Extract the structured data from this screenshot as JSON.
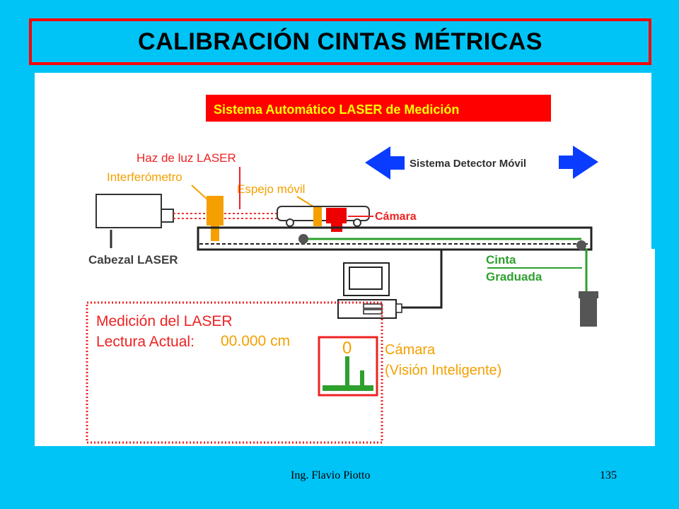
{
  "slide": {
    "title": "CALIBRACIÓN CINTAS MÉTRICAS",
    "footer_author": "Ing.  Flavio Piotto",
    "page_number": "135"
  },
  "diagram": {
    "system_banner": "Sistema Automático LASER de Medición",
    "labels": {
      "laser_beam": "Haz de luz LASER",
      "interferometer": "Interferómetro",
      "moving_mirror": "Espejo móvil",
      "mobile_detector": "Sistema Detector Móvil",
      "camera": "Cámara",
      "laser_head": "Cabezal LASER",
      "tape_line1": "Cinta",
      "tape_line2": "Graduada",
      "measurement_title": "Medición del LASER",
      "current_reading_label": "Lectura Actual:",
      "current_reading_value": "00.000 cm",
      "camera_zero": "0",
      "smart_camera_line1": "Cámara",
      "smart_camera_line2": "(Visión Inteligente)"
    },
    "colors": {
      "background": "#00c4f6",
      "title_border": "#ff0000",
      "banner_bg": "#ff0000",
      "banner_text": "#ffff00",
      "label_red": "#ee2222",
      "label_orange": "#f5a000",
      "arrow_blue": "#0a3cff",
      "tape_green": "#2ea02e",
      "text_gray": "#404040"
    }
  }
}
